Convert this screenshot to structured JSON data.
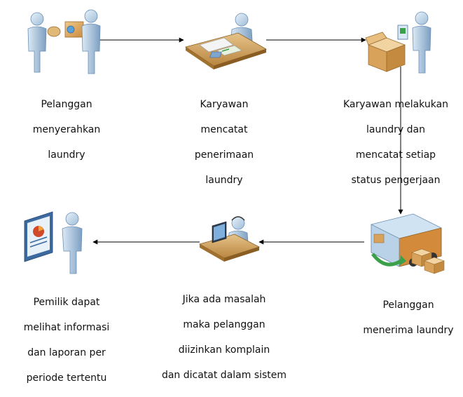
{
  "steps": [
    {
      "id": "s1",
      "icon": "customer-handing-laundry-icon",
      "lines": [
        "Pelanggan",
        "menyerahkan",
        "laundry"
      ]
    },
    {
      "id": "s2",
      "icon": "employee-at-desk-recording-icon",
      "lines": [
        "Karyawan",
        "mencatat",
        "penerimaan",
        "laundry"
      ]
    },
    {
      "id": "s3",
      "icon": "employee-with-box-and-clipboard-icon",
      "lines": [
        "Karyawan melakukan",
        "laundry dan",
        "mencatat setiap",
        "status pengerjaan"
      ]
    },
    {
      "id": "s4",
      "icon": "delivery-truck-with-boxes-icon",
      "lines": [
        "Pelanggan",
        "menerima laundry"
      ]
    },
    {
      "id": "s5",
      "icon": "operator-with-headset-at-computer-icon",
      "lines": [
        "Jika ada masalah",
        "maka pelanggan",
        "diizinkan komplain",
        "dan dicatat dalam sistem"
      ]
    },
    {
      "id": "s6",
      "icon": "owner-viewing-report-board-icon",
      "lines": [
        "Pemilik dapat",
        "melihat informasi",
        "dan laporan per",
        "periode tertentu"
      ]
    }
  ],
  "colors": {
    "figure_light": "#cfe3f3",
    "figure_dark": "#6a8eb3",
    "desk": "#c89a55",
    "box": "#d9a25a",
    "arrow": "#000000",
    "accent_green": "#3aa14a"
  }
}
